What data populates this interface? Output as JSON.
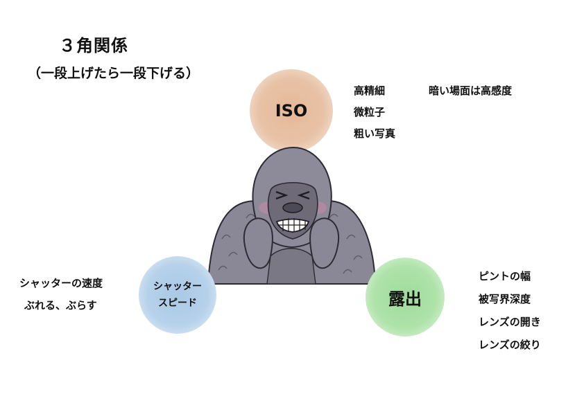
{
  "title": "３角関係",
  "subtitle": "（一段上げたら一段下げる）",
  "iso": {
    "label": "ISO",
    "notes": [
      "高精細",
      "微粒子",
      "粗い写真"
    ],
    "side_note": "暗い場面は高感度"
  },
  "shutter": {
    "label_line1": "シャッター",
    "label_line2": "スピード",
    "notes": [
      "シャッターの速度",
      "ぶれる、ぶらす"
    ]
  },
  "exposure": {
    "label": "露出",
    "notes": [
      "ピントの幅",
      "被写界深度",
      "レンズの開き",
      "レンズの絞り"
    ]
  },
  "colors": {
    "iso_circle": "#e8c2a6",
    "shutter_circle": "#b6d1ea",
    "exposure_circle": "#aee2a9",
    "gorilla_fur": "#8a8796"
  },
  "illustration": "gorilla-grimace"
}
